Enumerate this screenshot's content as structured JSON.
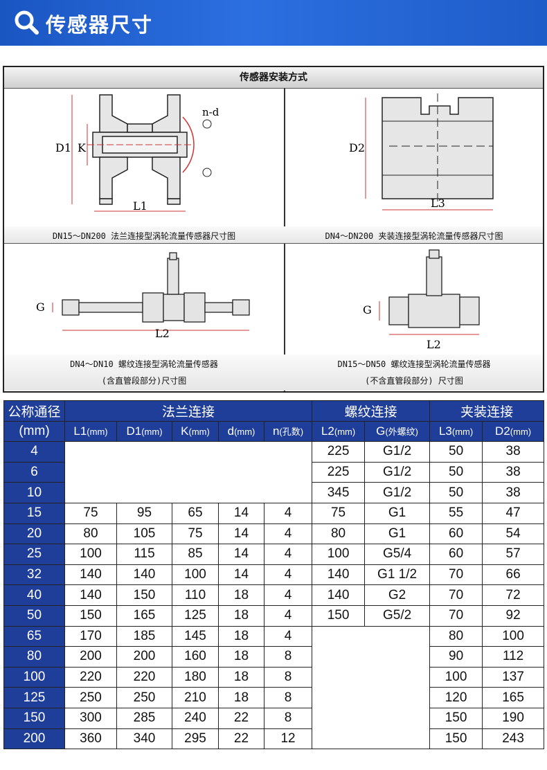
{
  "header": {
    "title": "传感器尺寸",
    "icon": "magnifier-icon"
  },
  "diagram": {
    "title": "传感器安装方式",
    "panels": [
      {
        "caption": "DN15～DN200 法兰连接型涡轮流量传感器尺寸图",
        "labels": [
          "D1",
          "K",
          "L1",
          "n-d"
        ]
      },
      {
        "caption": "DN4～DN200 夹装连接型涡轮流量传感器尺寸图",
        "labels": [
          "D2",
          "L3"
        ]
      },
      {
        "caption_l1": "DN4～DN10 螺纹连接型涡轮流量传感器",
        "caption_l2": "(含直管段部分)尺寸图",
        "labels": [
          "G",
          "L2"
        ]
      },
      {
        "caption_l1": "DN15～DN50 螺纹连接型涡轮流量传感器",
        "caption_l2": "(不含直管段部分) 尺寸图",
        "labels": [
          "G",
          "L2"
        ]
      }
    ]
  },
  "table": {
    "group_headers": {
      "dn": "公称通径",
      "flange": "法兰连接",
      "thread": "螺纹连接",
      "clamp": "夹装连接"
    },
    "unit_headers": {
      "dn": "(mm)",
      "L1": "L1",
      "L1u": "(mm)",
      "D1": "D1",
      "D1u": "(mm)",
      "K": "K",
      "Ku": "(mm)",
      "d": "d",
      "du": "(mm)",
      "n": "n",
      "nu": "(孔数)",
      "L2": "L2",
      "L2u": "(mm)",
      "G": "G",
      "Gu": "(外螺纹)",
      "L3": "L3",
      "L3u": "(mm)",
      "D2": "D2",
      "D2u": "(mm)"
    },
    "rows": [
      [
        "4",
        "",
        "",
        "",
        "",
        "",
        "225",
        "G1/2",
        "50",
        "38"
      ],
      [
        "6",
        "",
        "",
        "",
        "",
        "",
        "225",
        "G1/2",
        "50",
        "38"
      ],
      [
        "10",
        "",
        "",
        "",
        "",
        "",
        "345",
        "G1/2",
        "50",
        "38"
      ],
      [
        "15",
        "75",
        "95",
        "65",
        "14",
        "4",
        "75",
        "G1",
        "55",
        "47"
      ],
      [
        "20",
        "80",
        "105",
        "75",
        "14",
        "4",
        "80",
        "G1",
        "60",
        "54"
      ],
      [
        "25",
        "100",
        "115",
        "85",
        "14",
        "4",
        "100",
        "G5/4",
        "60",
        "57"
      ],
      [
        "32",
        "140",
        "140",
        "100",
        "14",
        "4",
        "140",
        "G1 1/2",
        "70",
        "66"
      ],
      [
        "40",
        "140",
        "150",
        "110",
        "18",
        "4",
        "140",
        "G2",
        "70",
        "72"
      ],
      [
        "50",
        "150",
        "165",
        "125",
        "18",
        "4",
        "150",
        "G5/2",
        "70",
        "92"
      ],
      [
        "65",
        "170",
        "185",
        "145",
        "18",
        "4",
        "",
        "",
        "80",
        "100"
      ],
      [
        "80",
        "200",
        "200",
        "160",
        "18",
        "8",
        "",
        "",
        "90",
        "112"
      ],
      [
        "100",
        "220",
        "220",
        "180",
        "18",
        "8",
        "",
        "",
        "100",
        "137"
      ],
      [
        "125",
        "250",
        "250",
        "210",
        "18",
        "8",
        "",
        "",
        "120",
        "165"
      ],
      [
        "150",
        "300",
        "285",
        "240",
        "22",
        "8",
        "",
        "",
        "150",
        "190"
      ],
      [
        "200",
        "360",
        "340",
        "295",
        "22",
        "12",
        "",
        "",
        "150",
        "243"
      ]
    ]
  }
}
